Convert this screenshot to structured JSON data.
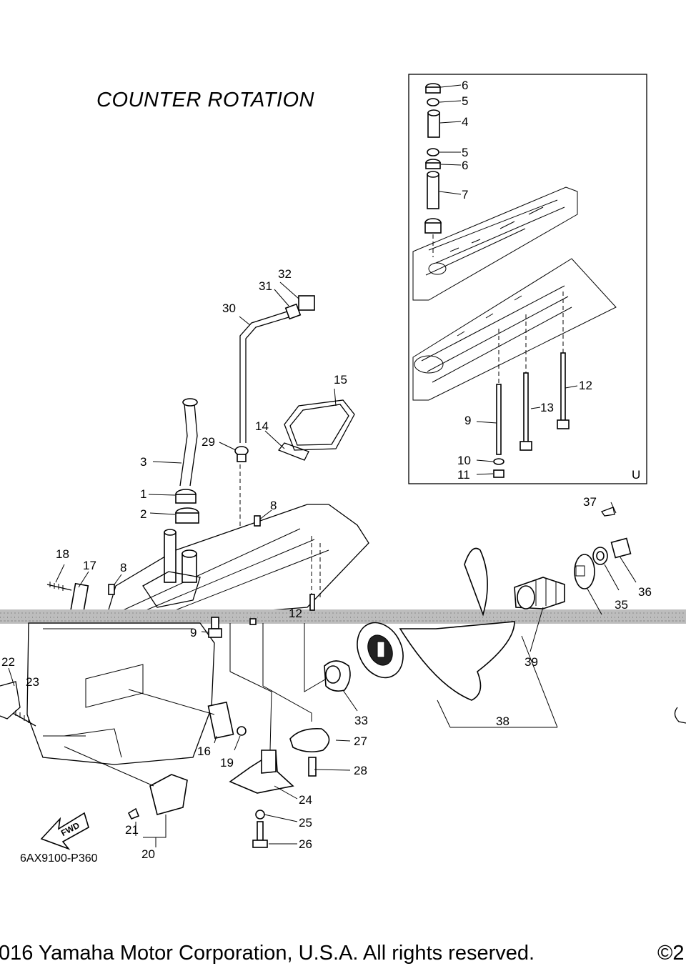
{
  "title": "COUNTER ROTATION",
  "diagram_code": "6AX9100-P360",
  "copyright": "016 Yamaha Motor Corporation, U.S.A. All rights reserved.",
  "copyright_suffix": "©2",
  "inset_marker": "U",
  "fwd_label": "FWD",
  "callouts": {
    "c6a": "6",
    "c5a": "5",
    "c4": "4",
    "c5b": "5",
    "c6b": "6",
    "c7": "7",
    "c12": "12",
    "c13": "13",
    "c9a": "9",
    "c10": "10",
    "c11": "11",
    "c32": "32",
    "c31": "31",
    "c30": "30",
    "c15": "15",
    "c14": "14",
    "c29": "29",
    "c3": "3",
    "c1": "1",
    "c2": "2",
    "c8a": "8",
    "c8b": "8",
    "c18": "18",
    "c17": "17",
    "c37": "37",
    "c36": "36",
    "c35": "35",
    "c39": "39",
    "c38": "38",
    "c33": "33",
    "c27": "27",
    "c28": "28",
    "c24": "24",
    "c25": "25",
    "c26": "26",
    "c9b": "9",
    "c12b": "12",
    "c22": "22",
    "c23": "23",
    "c16": "16",
    "c19": "19",
    "c21": "21",
    "c20": "20"
  }
}
